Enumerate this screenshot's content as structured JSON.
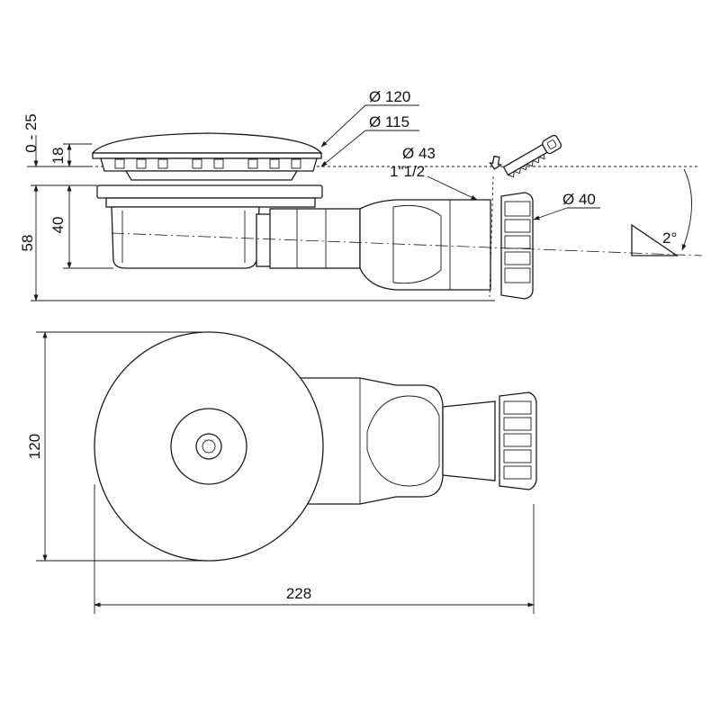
{
  "labels": {
    "dia_120": "Ø 120",
    "dia_115": "Ø 115",
    "dia_43": "Ø 43",
    "thread": "1\"1/2",
    "dia_40": "Ø 40",
    "angle": "2°",
    "height_adjust": "0 - 25",
    "height_18": "18",
    "height_40": "40",
    "height_58": "58",
    "width_120": "120",
    "length_228": "228"
  },
  "icons": [
    "saw-icon",
    "cut-arrow-icon"
  ]
}
